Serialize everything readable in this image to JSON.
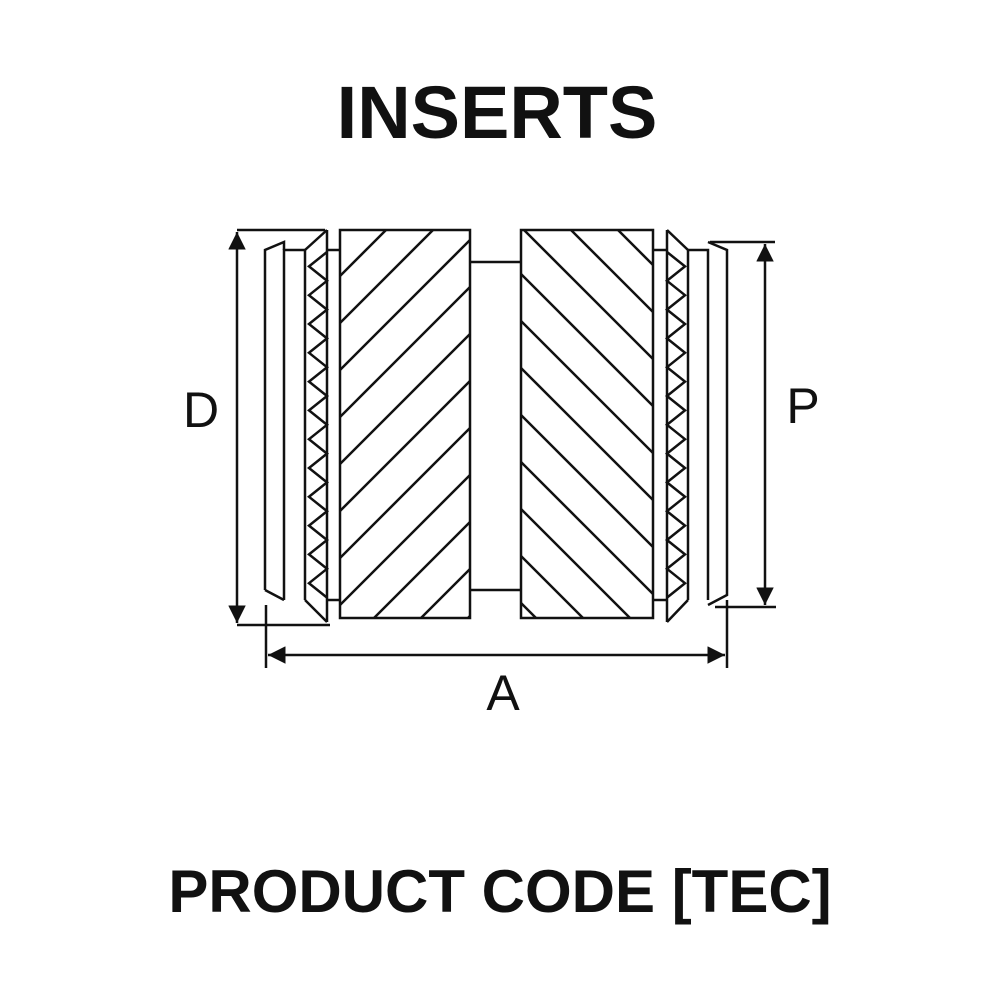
{
  "title": "INSERTS",
  "footer": "PRODUCT CODE [TEC]",
  "dimensions": {
    "D": "D",
    "P": "P",
    "A": "A"
  },
  "colors": {
    "ink": "#111111",
    "background": "#ffffff"
  }
}
